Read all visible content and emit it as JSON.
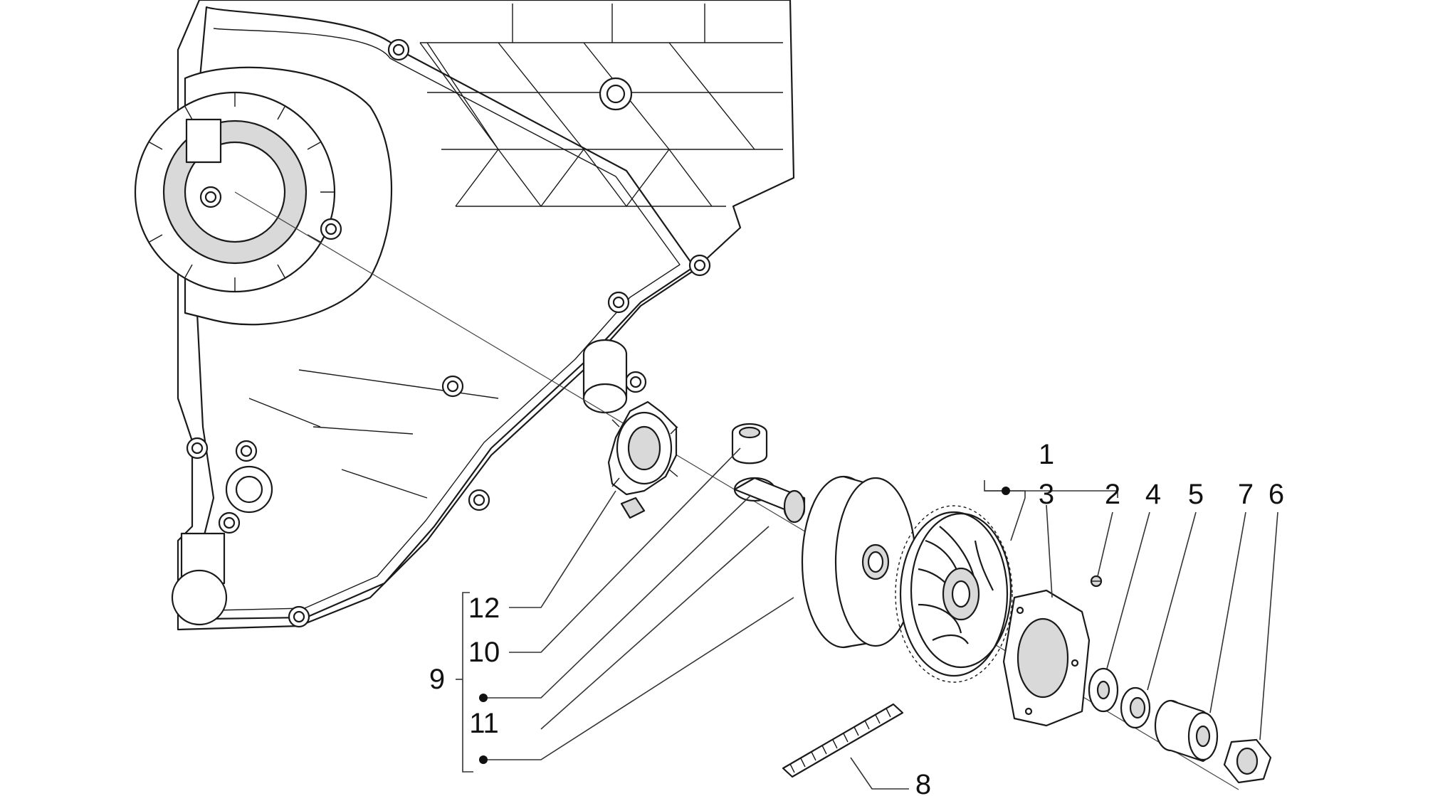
{
  "callouts": [
    {
      "id": "1",
      "text": "1"
    },
    {
      "id": "2",
      "text": "2"
    },
    {
      "id": "3",
      "text": "3"
    },
    {
      "id": "4",
      "text": "4"
    },
    {
      "id": "5",
      "text": "5"
    },
    {
      "id": "6",
      "text": "6"
    },
    {
      "id": "7",
      "text": "7"
    },
    {
      "id": "8",
      "text": "8"
    },
    {
      "id": "9",
      "text": "9"
    },
    {
      "id": "10",
      "text": "10"
    },
    {
      "id": "11",
      "text": "11"
    },
    {
      "id": "12",
      "text": "12"
    }
  ],
  "colors": {
    "ink": "#1a1a1a",
    "background": "#ffffff"
  }
}
